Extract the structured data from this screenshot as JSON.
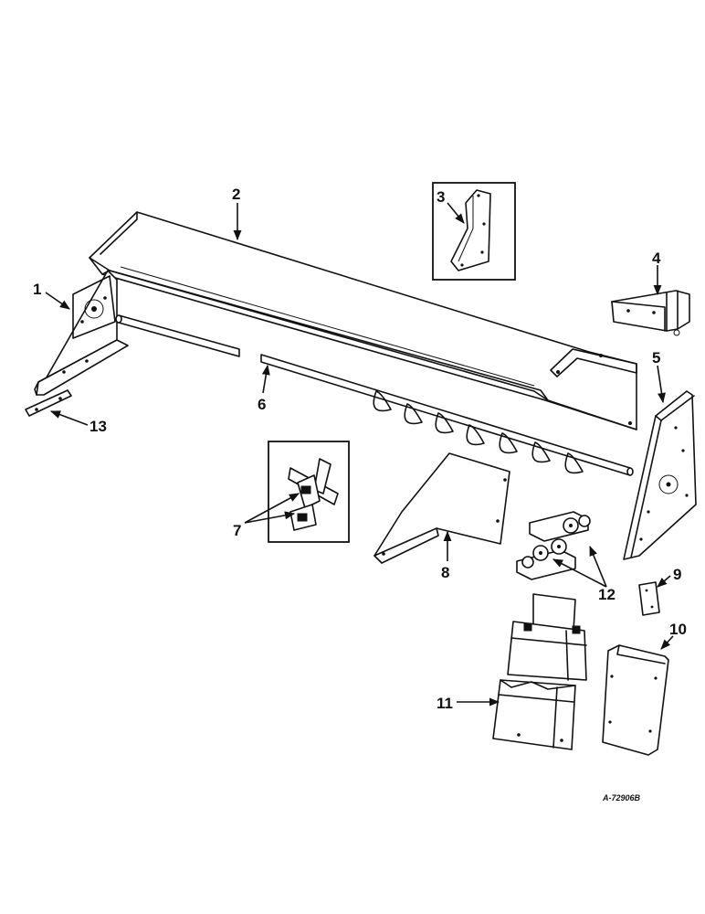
{
  "diagram": {
    "part_labels": [
      "1",
      "2",
      "3",
      "4",
      "5",
      "6",
      "7",
      "8",
      "9",
      "10",
      "11",
      "12",
      "13"
    ],
    "reference_code": "A-72906B"
  }
}
